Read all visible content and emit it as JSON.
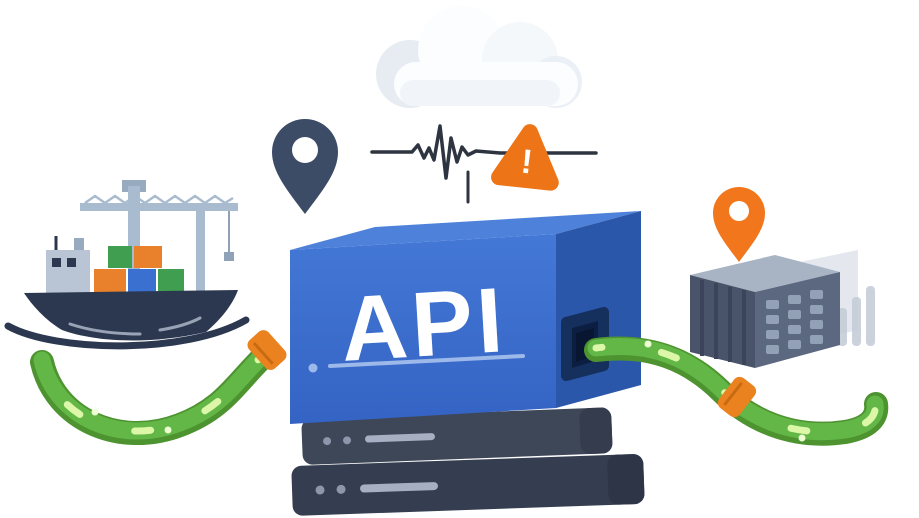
{
  "illustration": {
    "api_label": "API",
    "warning_label": "!",
    "icons": [
      "cloud-icon",
      "location-pin-icon",
      "signal-waveform-icon",
      "warning-alert-icon",
      "cargo-ship-icon",
      "crane-icon",
      "dock-platform",
      "shipping-container-icon",
      "orange-location-pin-icon",
      "bar-chart-icon",
      "api-cube",
      "server-rack",
      "cable-left",
      "cable-right",
      "cable-connector"
    ],
    "colors": {
      "cube_top": "#4e82da",
      "cube_front": "#3b6fd0",
      "cube_side": "#2b57ab",
      "cube_detail": "#9db9ea",
      "socket_dark": "#16305e",
      "server_dark": "#3e4758",
      "server_darker": "#353e50",
      "server_detail": "#a6b0c2",
      "cable_green": "#5fae3e",
      "cable_green_dark": "#4d9330",
      "cable_glow": "#dcf7a8",
      "connector_orange": "#ea831f",
      "ship_navy": "#2c3850",
      "crane_gray": "#a9bbce",
      "cabin_gray": "#b9c5d5",
      "container_orange": "#e8802c",
      "container_green": "#3f9e4f",
      "container_blue": "#3a70cf",
      "warehouse_left_face": "#49536a",
      "warehouse_right_face": "#5b6880",
      "warehouse_top": "#a8b4c4",
      "pin_dark": "#3c4b66",
      "pin_orange": "#f1761c",
      "warning_orange": "#ee7418",
      "waveform_dark": "#2e3440",
      "cloud_white": "#fbfdfe",
      "cloud_shade": "#e6ecf2",
      "chart_gray": "#c2cad5"
    }
  }
}
